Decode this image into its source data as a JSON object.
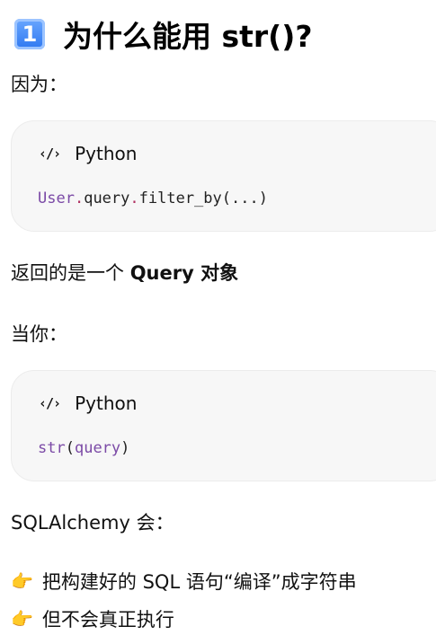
{
  "heading": {
    "number": "1",
    "title": "为什么能用 str()?"
  },
  "p1": "因为：",
  "code1": {
    "lang": "Python",
    "parts": [
      "User",
      ".",
      "query",
      ".",
      "filter_by(...)"
    ]
  },
  "p2_prefix": "返回的是一个 ",
  "p2_bold": "Query 对象",
  "p3": "当你：",
  "code2": {
    "lang": "Python",
    "parts": [
      "str",
      "(",
      "query",
      ")"
    ]
  },
  "p4": "SQLAlchemy 会：",
  "bullets": [
    "把构建好的 SQL 语句“编译”成字符串",
    "但不会真正执行"
  ],
  "icons": {
    "code": "code-icon",
    "bullet": "pointing-hand-icon",
    "number": "keycap-one-icon"
  },
  "colors": {
    "keyword": "#7b4aa6",
    "punct": "#b03060",
    "code_bg": "#f7f7f7"
  }
}
